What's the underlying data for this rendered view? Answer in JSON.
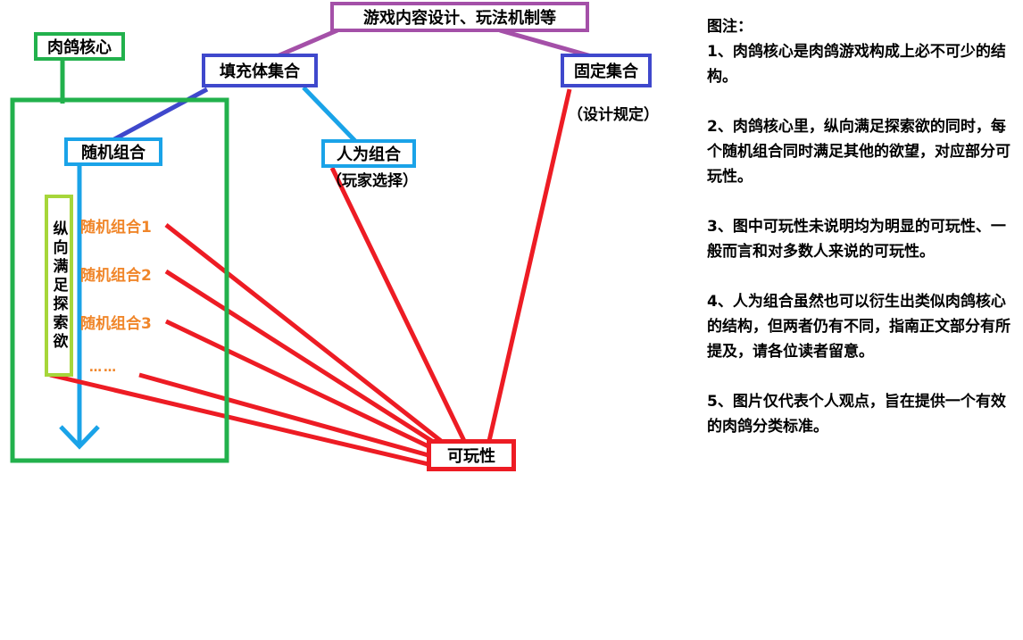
{
  "nodes": {
    "top": "游戏内容设计、玩法机制等",
    "core": "肉鸽核心",
    "filler": "填充体集合",
    "fixed": "固定集合",
    "fixed_note": "（设计规定）",
    "random": "随机组合",
    "human": "人为组合",
    "human_note": "（玩家选择）",
    "vertical": "纵向满足探索欲",
    "random1": "随机组合1",
    "random2": "随机组合2",
    "random3": "随机组合3",
    "dots": "……",
    "playability": "可玩性"
  },
  "legend": {
    "title": "图注：",
    "items": [
      "1、肉鸽核心是肉鸽游戏构成上必不可少的结构。",
      "2、肉鸽核心里，纵向满足探索欲的同时，每个随机组合同时满足其他的欲望，对应部分可玩性。",
      "3、图中可玩性未说明均为明显的可玩性、一般而言和对多数人来说的可玩性。",
      "4、人为组合虽然也可以衍生出类似肉鸽核心的结构，但两者仍有不同，指南正文部分有所提及，请各位读者留意。",
      "5、图片仅代表个人观点，旨在提供一个有效的肉鸽分类标准。"
    ]
  },
  "colors": {
    "purple": "#a450a8",
    "blue": "#3f48cc",
    "lightblue": "#1aa3e8",
    "green": "#22b14c",
    "lime": "#a6d63a",
    "red": "#ed1c24",
    "orange": "#f0862a"
  }
}
